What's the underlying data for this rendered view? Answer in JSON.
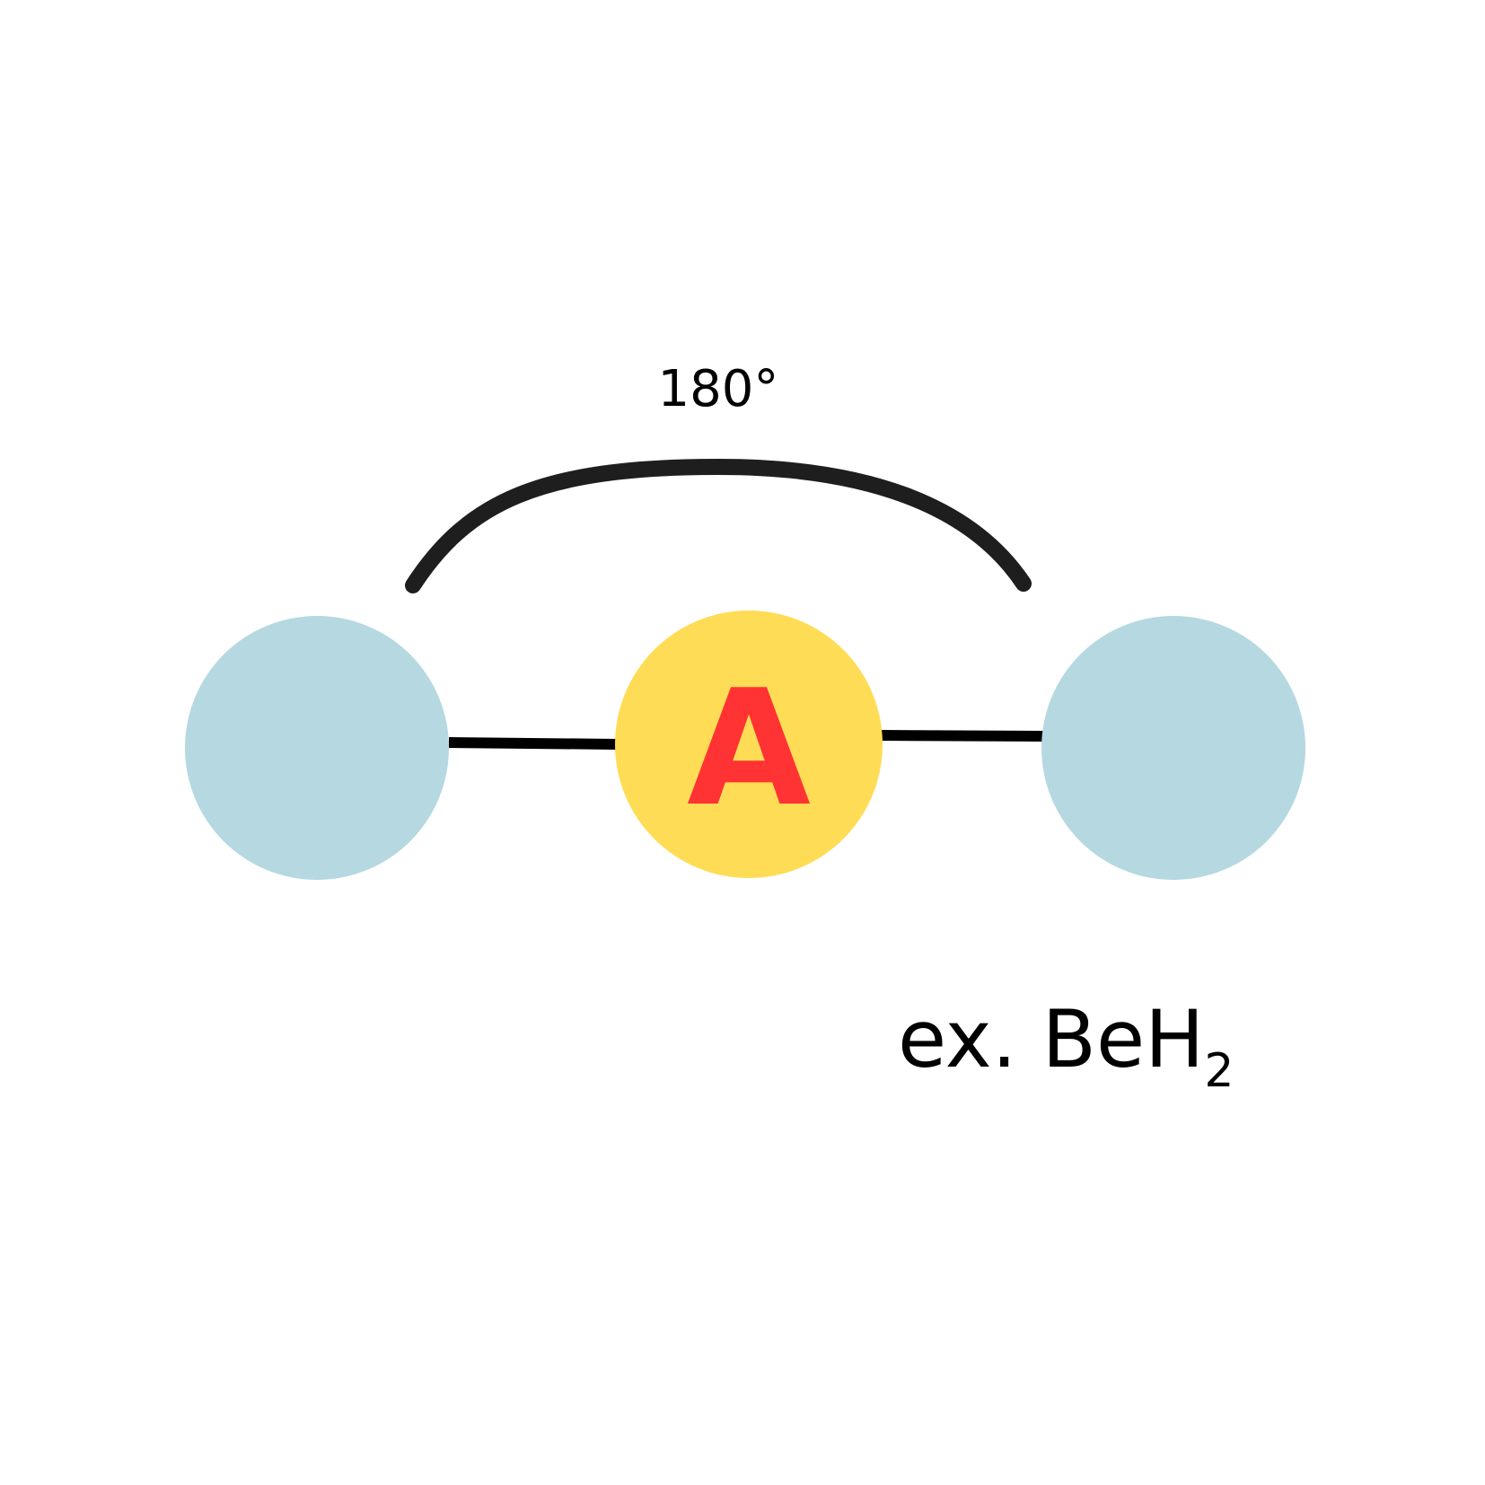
{
  "angle_label": "180°",
  "center_atom": {
    "label": "A",
    "fill": "#FFDC55",
    "text_color": "#FF3333"
  },
  "outer_atom": {
    "fill": "#B5D8E1"
  },
  "bond_color": "#000000",
  "arc_color": "#1E1E1E",
  "example": {
    "prefix": "ex. BeH",
    "subscript": "2"
  }
}
